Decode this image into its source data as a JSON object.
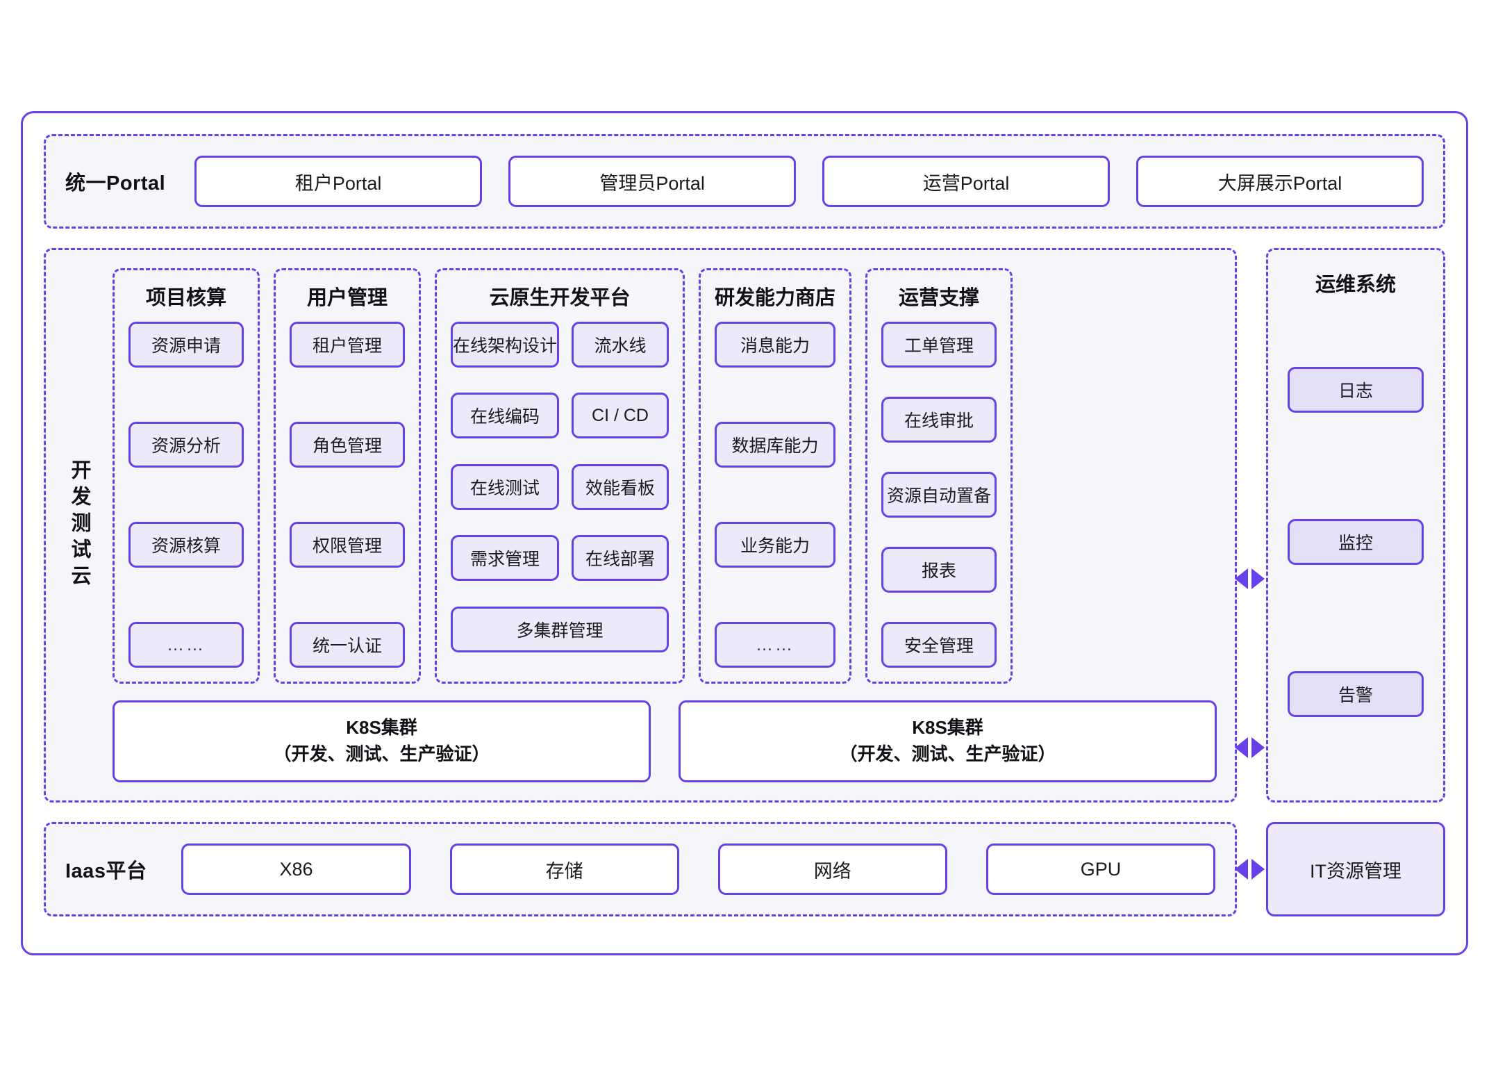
{
  "portal": {
    "label": "统一Portal",
    "items": [
      {
        "label": "租户Portal"
      },
      {
        "label": "管理员Portal"
      },
      {
        "label": "运营Portal"
      },
      {
        "label": "大屏展示Portal"
      }
    ]
  },
  "dev_test_cloud": {
    "label": "开发测试云",
    "groups": [
      {
        "title": "项目核算",
        "items": [
          "资源申请",
          "资源分析",
          "资源核算",
          "……"
        ]
      },
      {
        "title": "用户管理",
        "items": [
          "租户管理",
          "角色管理",
          "权限管理",
          "统一认证"
        ]
      },
      {
        "title": "云原生开发平台",
        "items": [
          "在线架构设计",
          "流水线",
          "在线编码",
          "CI / CD",
          "在线测试",
          "效能看板",
          "需求管理",
          "在线部署",
          "多集群管理"
        ]
      },
      {
        "title": "研发能力商店",
        "items": [
          "消息能力",
          "数据库能力",
          "业务能力",
          "……"
        ]
      },
      {
        "title": "运营支撑",
        "items": [
          "工单管理",
          "在线审批",
          "资源自动置备",
          "报表",
          "安全管理"
        ]
      }
    ],
    "k8s_clusters": [
      {
        "line1": "K8S集群",
        "line2": "（开发、测试、生产验证）"
      },
      {
        "line1": "K8S集群",
        "line2": "（开发、测试、生产验证）"
      }
    ]
  },
  "ops_system": {
    "title": "运维系统",
    "items": [
      "日志",
      "监控",
      "告警"
    ]
  },
  "iaas": {
    "label": "Iaas平台",
    "items": [
      "X86",
      "存储",
      "网络",
      "GPU"
    ]
  },
  "it_resource": {
    "label": "IT资源管理"
  },
  "colors": {
    "accent": "#6640e8",
    "panel_bg": "#f5f6fa",
    "chip_fill": "#ece9fb",
    "ops_chip_fill": "#e3dff7",
    "white": "#ffffff"
  }
}
